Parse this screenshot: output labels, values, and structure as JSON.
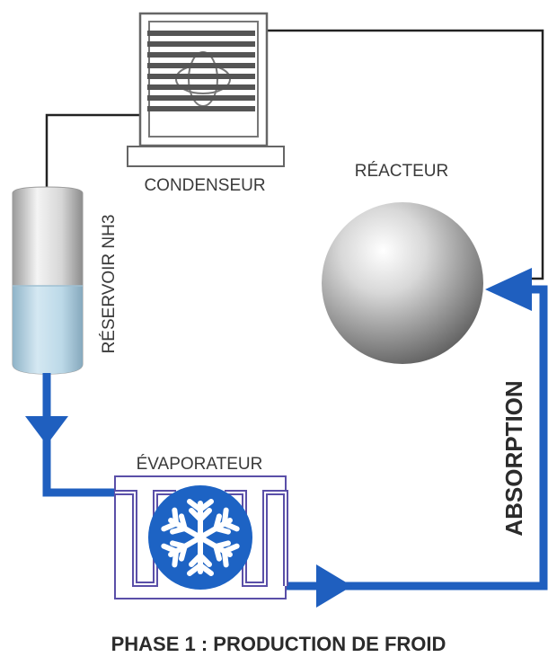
{
  "labels": {
    "condenser": "CONDENSEUR",
    "reactor": "RÉACTEUR",
    "reservoir": "RÉSERVOIR NH3",
    "evaporator": "ÉVAPORATEUR",
    "absorption": "ABSORPTION",
    "title": "PHASE 1 : PRODUCTION DE FROID"
  },
  "colors": {
    "flow": "#1f5fbf",
    "thin_line": "#222222",
    "evaporator_coil": "#5a4fa8",
    "snowflake_bg": "#1d63c4",
    "liquid": "#bcd9e8"
  },
  "icons": [
    "fan-icon",
    "snowflake-icon"
  ]
}
